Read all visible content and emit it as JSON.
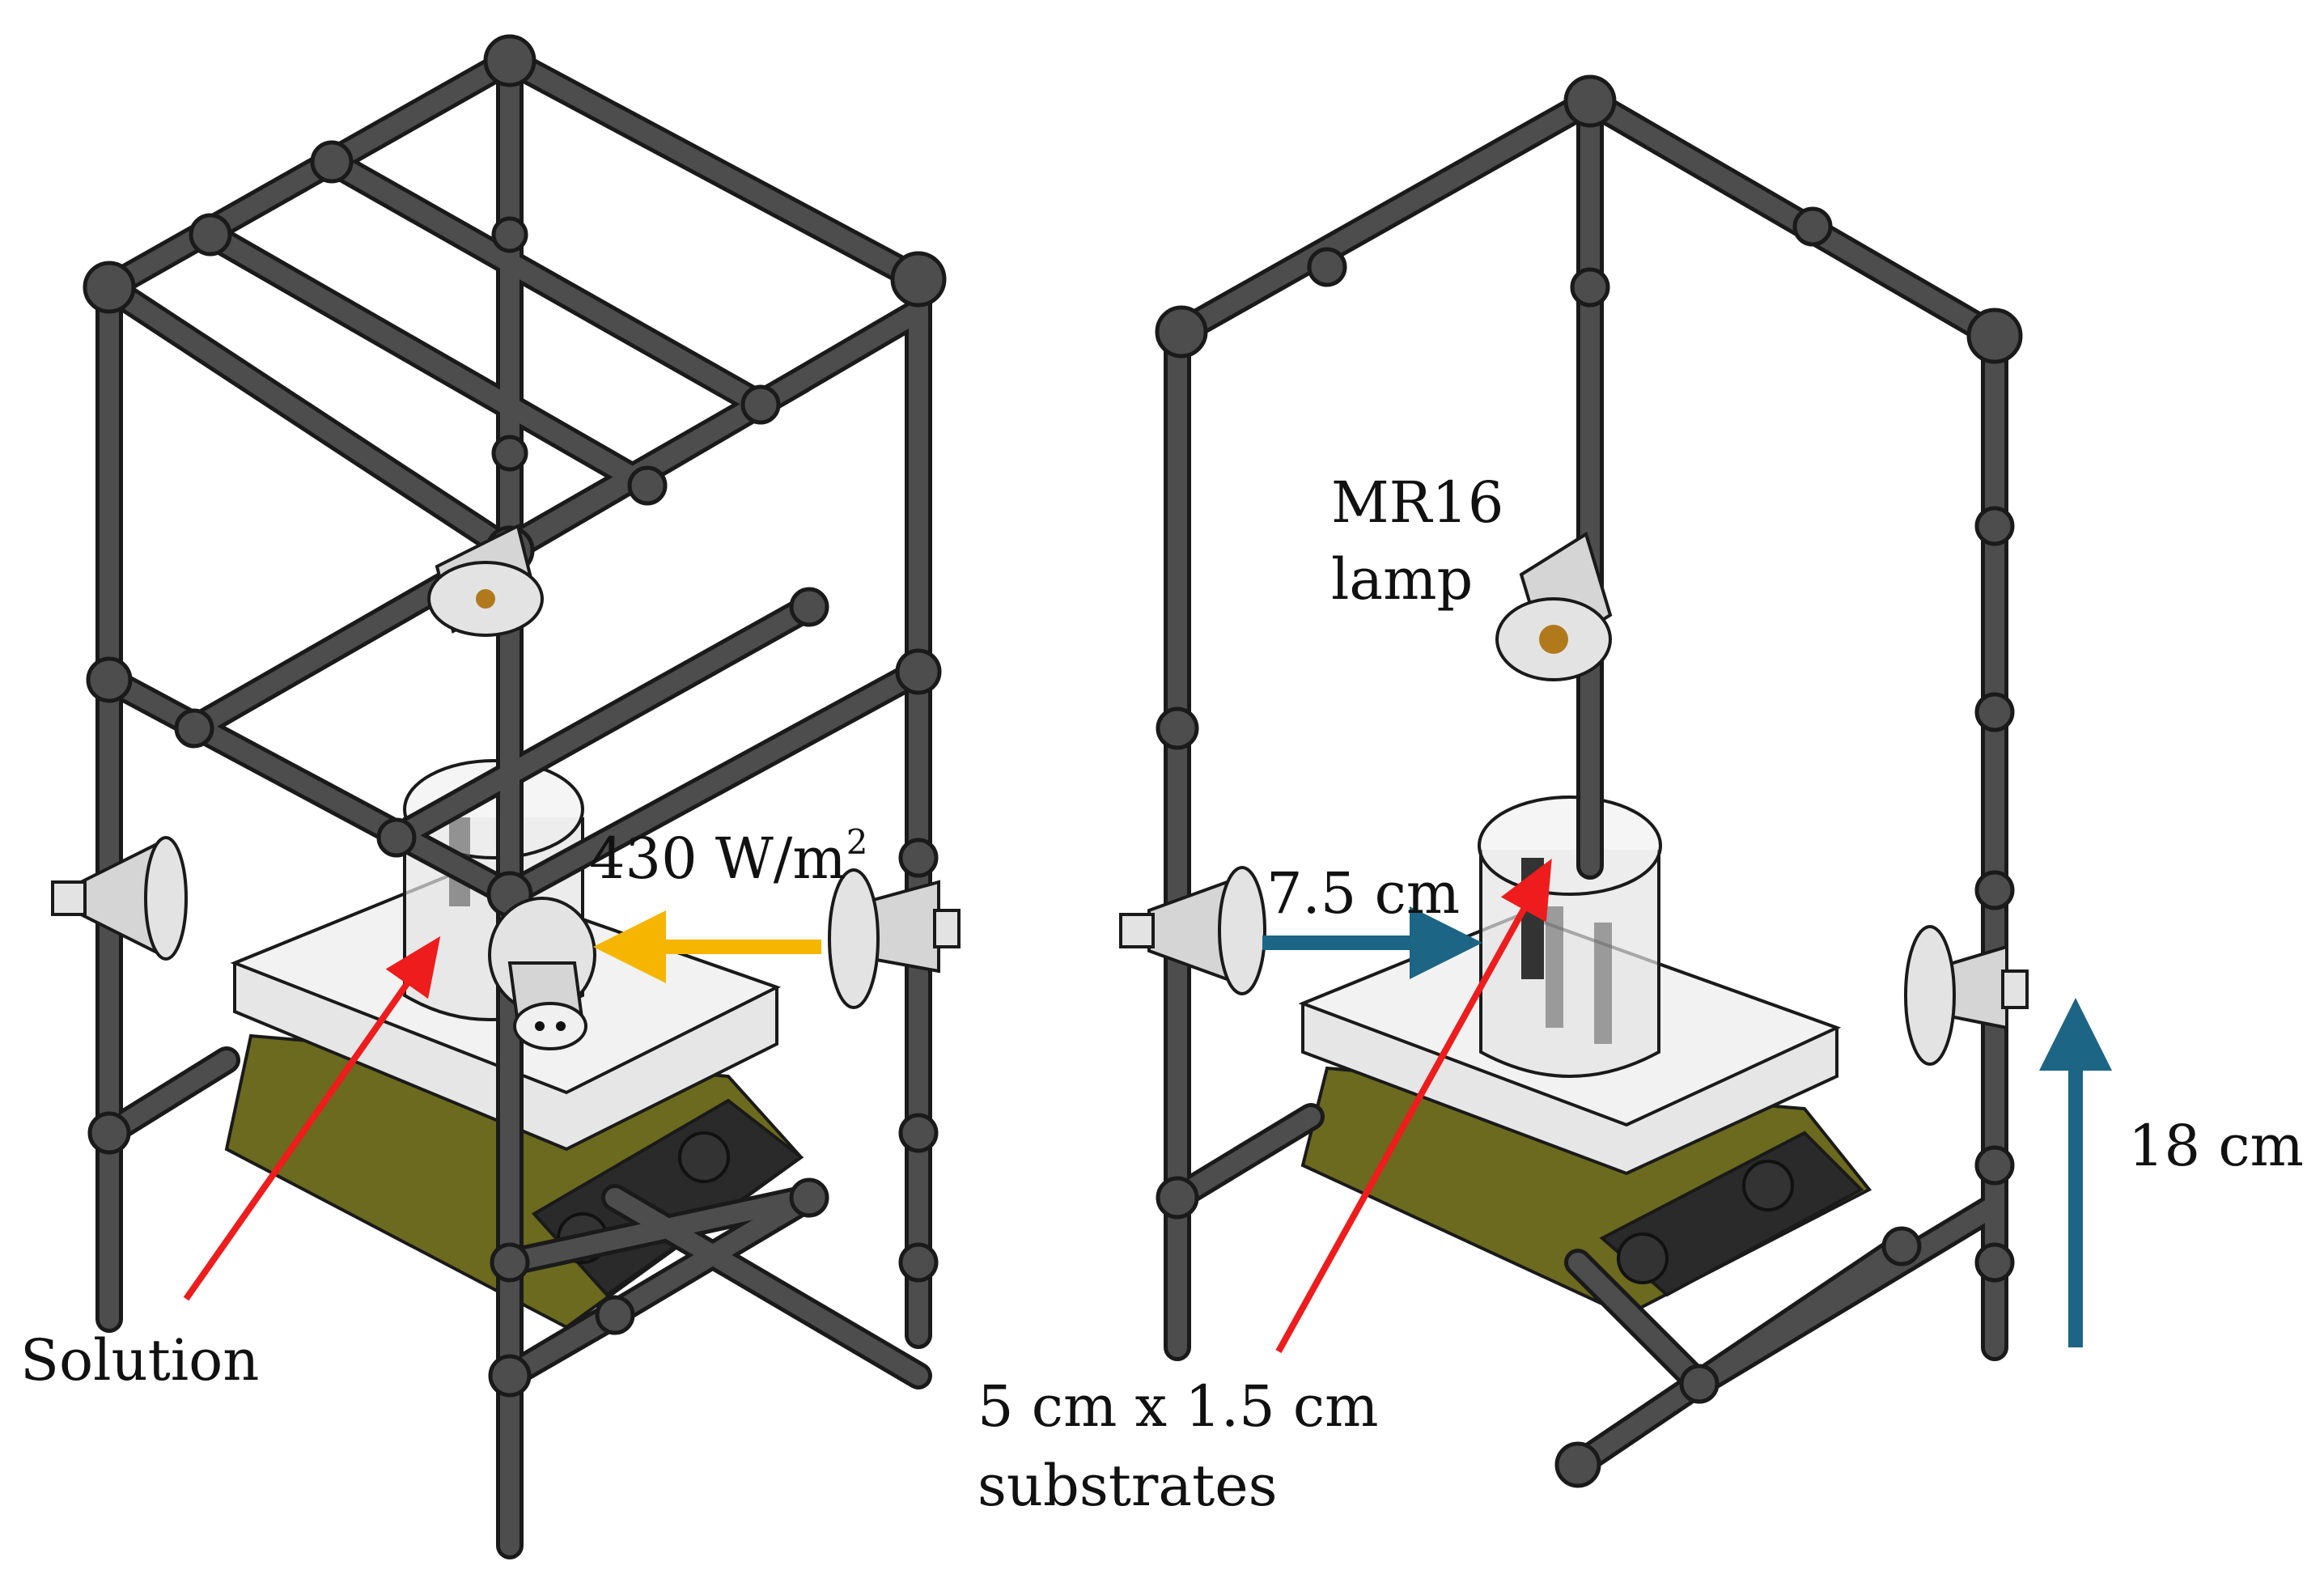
{
  "labels": {
    "irradiance": "430 W/m",
    "irradiance_sup": "2",
    "solution": "Solution",
    "lamp_line1": "MR16",
    "lamp_line2": "lamp",
    "distance": "7.5 cm",
    "height": "18 cm",
    "substrate_line1": "5 cm x 1.5 cm",
    "substrate_line2": "substrates"
  },
  "colors": {
    "frame": "#4d4d4d",
    "frame_edge": "#1a1a1a",
    "lamp_body": "#e3e3e3",
    "hotplate_top": "#e6e6e6",
    "hotplate_base": "#6b6a1e",
    "arrow_red": "#ee1c1c",
    "arrow_yellow": "#f5b500",
    "arrow_blue": "#1d6584"
  }
}
